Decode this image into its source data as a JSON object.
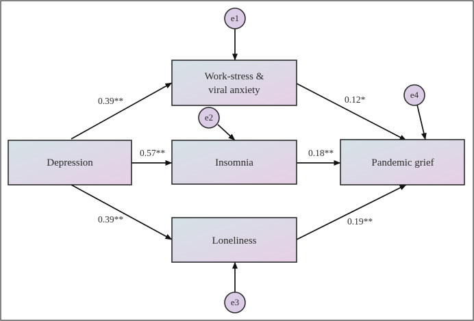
{
  "nodes": {
    "depression": {
      "label": "Depression"
    },
    "work_stress": {
      "line1": "Work-stress &",
      "line2": "viral anxiety"
    },
    "insomnia": {
      "label": "Insomnia"
    },
    "loneliness": {
      "label": "Loneliness"
    },
    "pandemic_grief": {
      "label": "Pandemic grief"
    }
  },
  "errors": {
    "e1": "e1",
    "e2": "e2",
    "e3": "e3",
    "e4": "e4"
  },
  "paths": {
    "depression_to_work_stress": "0.39**",
    "depression_to_insomnia": "0.57**",
    "depression_to_loneliness": "0.39**",
    "work_stress_to_pandemic_grief": "0.12*",
    "insomnia_to_pandemic_grief": "0.18**",
    "loneliness_to_pandemic_grief": "0.19**"
  },
  "colors": {
    "box_gradient_start": "#d4e2e6",
    "box_gradient_end": "#e6cfe6",
    "error_fill": "#dccde6"
  }
}
